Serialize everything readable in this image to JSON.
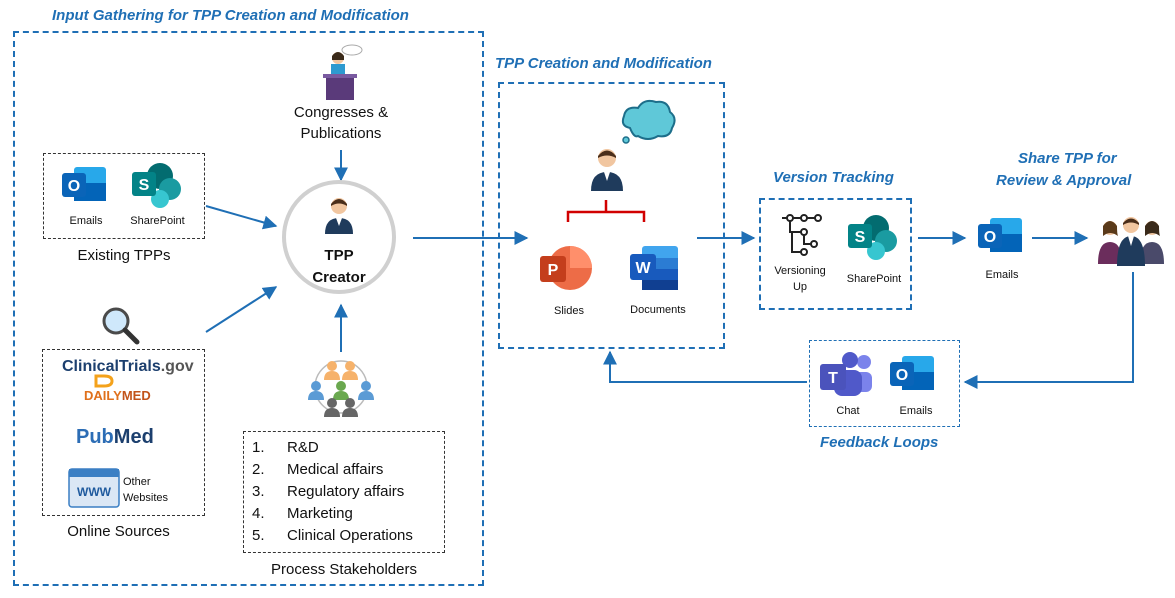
{
  "sections": {
    "input_gathering": "Input Gathering for TPP Creation and Modification",
    "creation": "TPP Creation and Modification",
    "version_tracking": "Version Tracking",
    "share_line1": "Share TPP for",
    "share_line2": "Review & Approval",
    "feedback": "Feedback Loops"
  },
  "existing_tpps": {
    "caption": "Existing TPPs",
    "emails": "Emails",
    "sharepoint": "SharePoint"
  },
  "congresses": {
    "line1": "Congresses &",
    "line2": "Publications"
  },
  "creator": {
    "line1": "TPP",
    "line2": "Creator"
  },
  "online_sources": {
    "caption": "Online Sources",
    "clinicaltrials_a": "ClinicalTrials",
    "clinicaltrials_b": ".gov",
    "dailymed_a": "DAILY",
    "dailymed_b": "MED",
    "pubmed_a": "Pub",
    "pubmed_b": "Med",
    "www": "WWW",
    "other_line1": "Other",
    "other_line2": "Websites"
  },
  "stakeholders": {
    "caption": "Process Stakeholders",
    "items": [
      {
        "num": "1.",
        "label": "R&D"
      },
      {
        "num": "2.",
        "label": "Medical affairs"
      },
      {
        "num": "3.",
        "label": "Regulatory affairs"
      },
      {
        "num": "4.",
        "label": "Marketing"
      },
      {
        "num": "5.",
        "label": "Clinical Operations"
      }
    ]
  },
  "creation_box": {
    "slides": "Slides",
    "documents": "Documents"
  },
  "version_box": {
    "versioning_line1": "Versioning",
    "versioning_line2": "Up",
    "sharepoint": "SharePoint"
  },
  "share": {
    "emails": "Emails"
  },
  "feedback_box": {
    "chat": "Chat",
    "emails": "Emails"
  },
  "icons": {
    "outlook": "O",
    "sharepoint": "S",
    "powerpoint": "P",
    "word": "W",
    "teams": "T"
  },
  "colors": {
    "accent": "#1f6fb5",
    "outlook": "#0a64b8",
    "sharepoint": "#038387",
    "powerpoint": "#c43e1c",
    "word": "#185abd",
    "teams": "#5059c9",
    "brace": "#d10000"
  }
}
